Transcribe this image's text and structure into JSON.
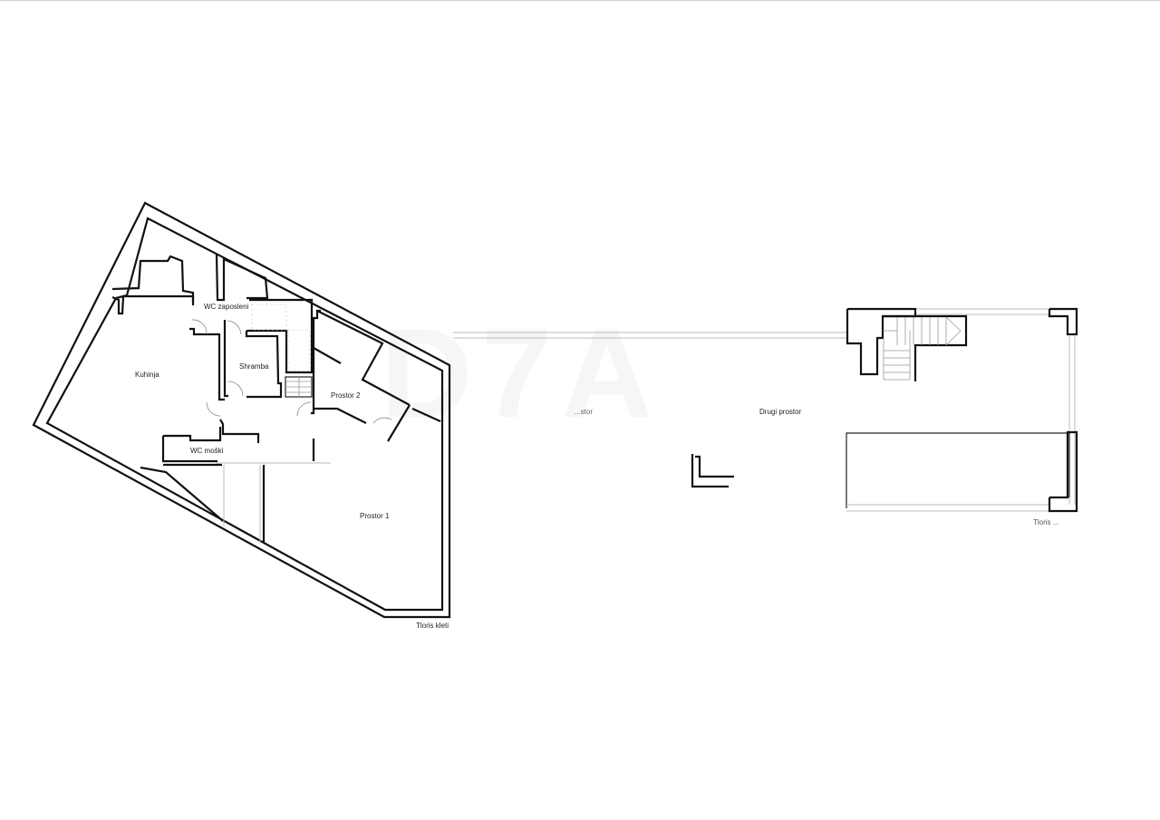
{
  "document": {
    "type": "floor plan sheet",
    "background": "#ffffff",
    "line_color": "#111111"
  },
  "plans": [
    {
      "id": "basement",
      "caption": "Tloris kleti",
      "rooms": [
        {
          "name": "WC zaposleni"
        },
        {
          "name": "Kuhinja"
        },
        {
          "name": "Shramba"
        },
        {
          "name": "Prostor 2"
        },
        {
          "name": "WC moški"
        },
        {
          "name": "Prostor 1"
        }
      ]
    },
    {
      "id": "upper",
      "caption": "Tloris ...",
      "rooms": [
        {
          "name": "...stor"
        },
        {
          "name": "Drugi prostor"
        }
      ]
    }
  ],
  "watermark": "D7A"
}
